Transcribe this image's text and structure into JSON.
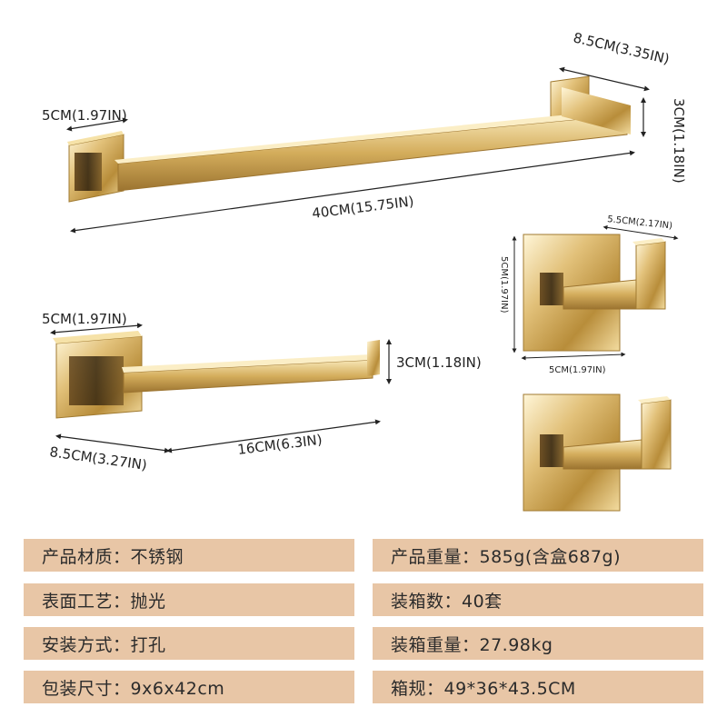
{
  "accent_colors": {
    "gold": "#d9b96a",
    "spec_bg": "#e8c6a6"
  },
  "products": {
    "towel_bar": {
      "name": "towel-bar",
      "width_label": "5CM(1.97IN)",
      "length_label": "40CM(15.75IN)",
      "depth_label": "8.5CM(3.35IN)",
      "height_label": "3CM(1.18IN)"
    },
    "paper_holder": {
      "name": "toilet-paper-holder",
      "width_label": "5CM(1.97IN)",
      "height_label": "3CM(1.18IN)",
      "depth_label": "8.5CM(3.27IN)",
      "length_label": "16CM(6.3IN)"
    },
    "robe_hook": {
      "name": "robe-hook",
      "depth_label": "5.5CM(2.17IN)",
      "height_label": "5CM(1.97IN)",
      "width_label": "5CM(1.97IN)"
    }
  },
  "specs": [
    {
      "label": "产品材质：不锈钢"
    },
    {
      "label": "产品重量：585g(含盒687g)"
    },
    {
      "label": "表面工艺：抛光"
    },
    {
      "label": "装箱数：40套"
    },
    {
      "label": "安装方式：打孔"
    },
    {
      "label": "装箱重量：27.98kg"
    },
    {
      "label": "包装尺寸：9x6x42cm"
    },
    {
      "label": "箱规：49*36*43.5CM"
    }
  ]
}
